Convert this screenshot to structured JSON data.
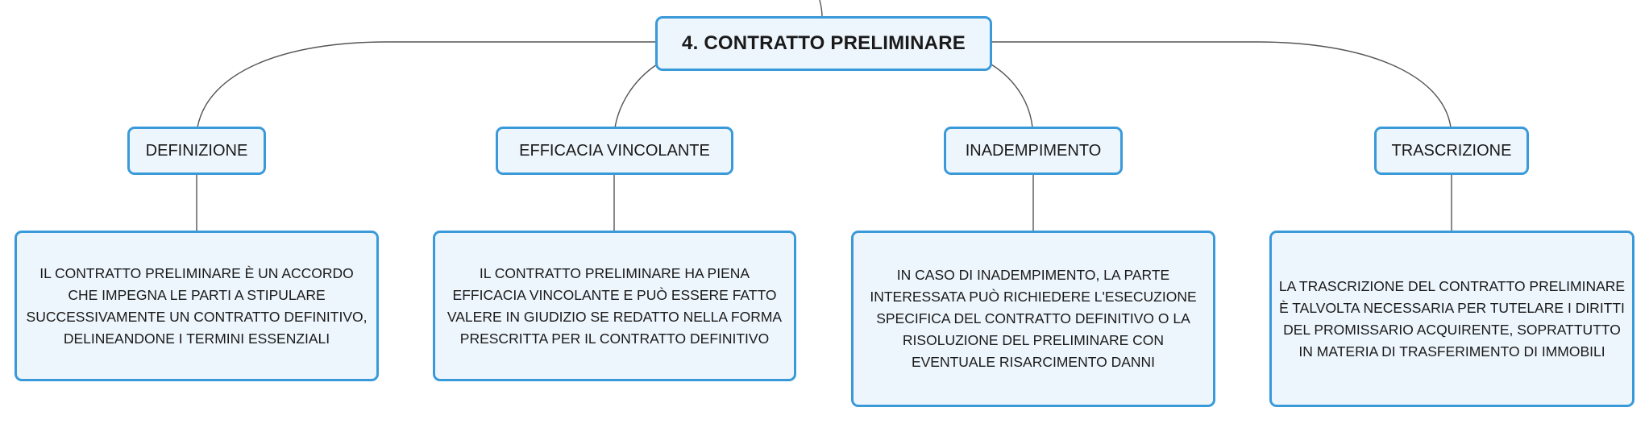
{
  "root": {
    "title": "4. CONTRATTO PRELIMINARE"
  },
  "branches": [
    {
      "label": "DEFINIZIONE",
      "text": "IL CONTRATTO PRELIMINARE È UN ACCORDO CHE IMPEGNA LE PARTI A STIPULARE SUCCESSIVAMENTE UN CONTRATTO DEFINITIVO, DELINEANDONE I TERMINI ESSENZIALI"
    },
    {
      "label": "EFFICACIA VINCOLANTE",
      "text": "IL CONTRATTO PRELIMINARE HA PIENA EFFICACIA VINCOLANTE E PUÒ ESSERE FATTO VALERE IN GIUDIZIO SE REDATTO NELLA FORMA PRESCRITTA PER IL CONTRATTO DEFINITIVO"
    },
    {
      "label": "INADEMPIMENTO",
      "text": "IN CASO DI INADEMPIMENTO, LA PARTE INTERESSATA PUÒ RICHIEDERE L'ESECUZIONE SPECIFICA DEL CONTRATTO DEFINITIVO O LA RISOLUZIONE DEL PRELIMINARE CON EVENTUALE RISARCIMENTO DANNI"
    },
    {
      "label": "TRASCRIZIONE",
      "text": "LA TRASCRIZIONE DEL CONTRATTO PRELIMINARE È TALVOLTA NECESSARIA PER TUTELARE I DIRITTI DEL PROMISSARIO ACQUIRENTE, SOPRATTUTTO IN MATERIA DI TRASFERIMENTO DI IMMOBILI"
    }
  ],
  "colors": {
    "node_border": "#3a9ad9",
    "node_fill": "#eef6fd",
    "connector": "#555555"
  }
}
